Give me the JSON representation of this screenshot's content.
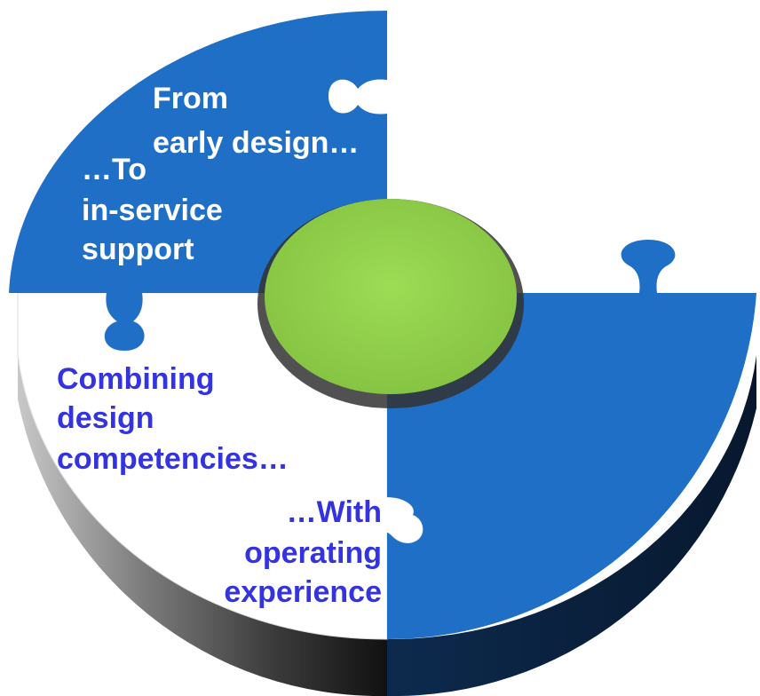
{
  "colors": {
    "blue_piece": "#1f6fc6",
    "blue_piece_dark": "#0f3f78",
    "green_hub": "#94d24e",
    "white_piece": "#ffffff",
    "text_white": "#ffffff",
    "text_blue": "#3333e0"
  },
  "pieces": {
    "top_left": {
      "line1": "From",
      "line2": "early design…",
      "line3": "…To",
      "line4": "in-service",
      "line5": "support"
    },
    "bottom_left": {
      "line1": "Combining",
      "line2": "design",
      "line3": "competencies…"
    },
    "bottom_right": {
      "line1": "…With",
      "line2": "operating",
      "line3": "experience"
    }
  }
}
